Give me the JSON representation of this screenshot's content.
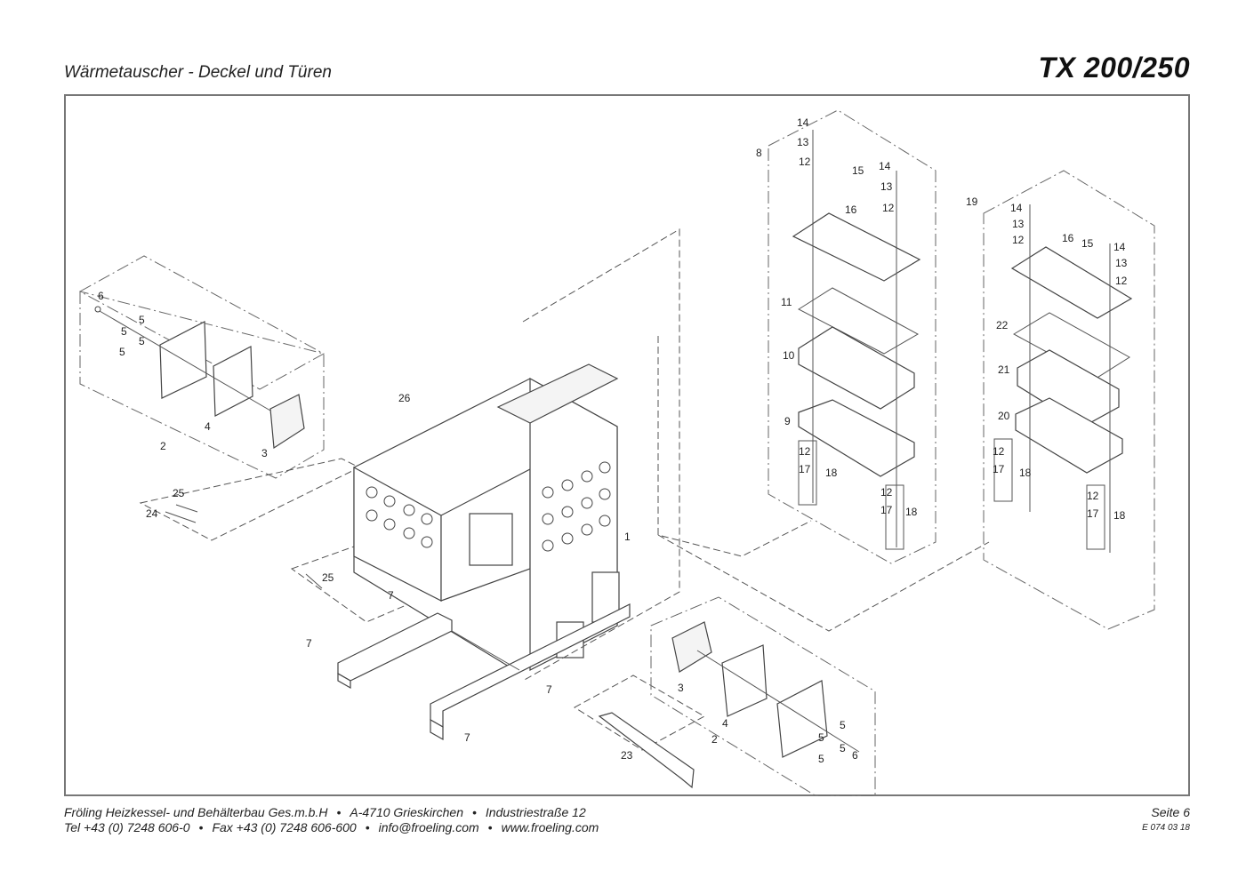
{
  "header": {
    "title": "Wärmetauscher - Deckel und Türen",
    "model": "TX 200/250"
  },
  "labels": {
    "l1": "1",
    "l2a": "2",
    "l2b": "2",
    "l3a": "3",
    "l3b": "3",
    "l4a": "4",
    "l4b": "4",
    "l5": "5",
    "l6": "6",
    "l7": "7",
    "l8": "8",
    "l9": "9",
    "l10": "10",
    "l11": "11",
    "l12": "12",
    "l13": "13",
    "l14": "14",
    "l15": "15",
    "l16": "16",
    "l17": "17",
    "l18": "18",
    "l19": "19",
    "l20": "20",
    "l21": "21",
    "l22": "22",
    "l23": "23",
    "l24": "24",
    "l25": "25",
    "l26": "26"
  },
  "footer": {
    "company": "Fröling Heizkessel- und Behälterbau Ges.m.b.H",
    "address": "A-4710 Grieskirchen",
    "street": "Industriestraße 12",
    "tel": "Tel +43 (0) 7248 606-0",
    "fax": "Fax +43 (0) 7248 606-600",
    "email": "info@froeling.com",
    "web": "www.froeling.com",
    "page": "Seite 6",
    "code": "E 074 03 18"
  }
}
